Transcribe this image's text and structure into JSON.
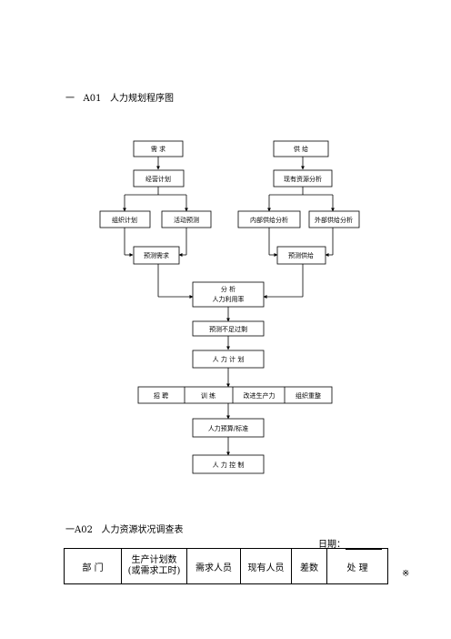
{
  "section1": {
    "prefix": "一",
    "code": "A01",
    "title": "人力规划程序图"
  },
  "flow": {
    "demand": "需 求",
    "supply": "供 给",
    "business_plan": "经营计划",
    "existing_analysis": "现有资源分析",
    "org_plan": "组织计划",
    "activity_forecast": "活动预测",
    "internal_supply": "内部供给分析",
    "external_supply": "外部供给分析",
    "forecast_demand": "预测需求",
    "forecast_supply": "预测供给",
    "analysis_line1": "分 析",
    "analysis_line2": "人力利用率",
    "shortage": "预测不足过剩",
    "hr_plan": "人 力 计 划",
    "actions": [
      "招 聘",
      "训 练",
      "改进生产力",
      "组织重整"
    ],
    "budget": "人力预算/标准",
    "control": "人 力 控 制"
  },
  "section2": {
    "prefix": "一",
    "code": "A02",
    "title": "人力资源状况调查表"
  },
  "date_label": "日期：",
  "table": {
    "headers": [
      "部 门",
      "生产计划数",
      "(或需求工时)",
      "需求人员",
      "现有人员",
      "差数",
      "处 理"
    ]
  },
  "note_mark": "※"
}
